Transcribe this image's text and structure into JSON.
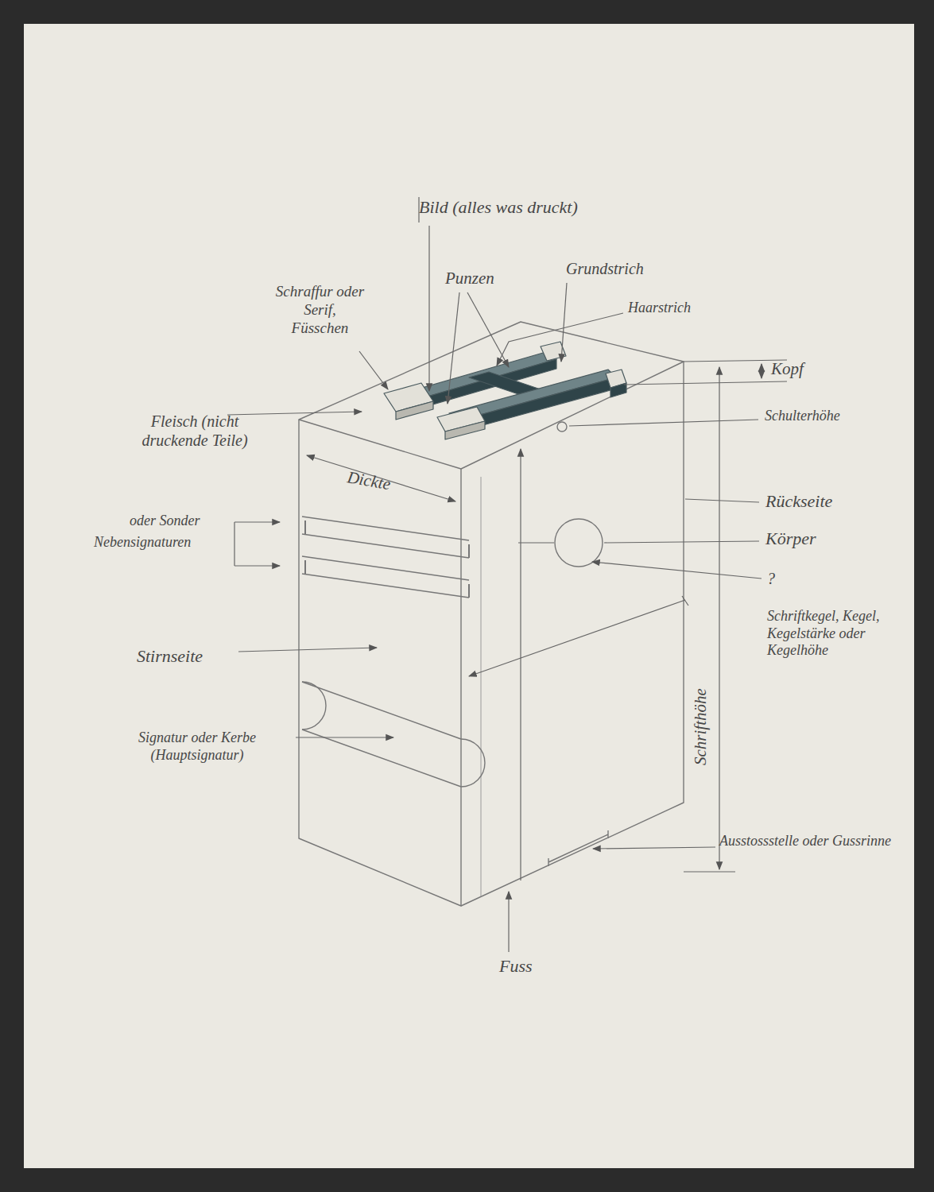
{
  "diagram": {
    "labels": [
      "Bild (alles was druckt)",
      "Schraffur oder Serif, Füsschen",
      "Punzen",
      "Grundstrich",
      "Haarstrich",
      "Kopf",
      "Fleisch (nicht druckende Teile)",
      "Schulterhöhe",
      "Dickte",
      "Rückseite",
      "Körper",
      "oder Sonder",
      "Nebensignaturen",
      "?",
      "Schriftkegel, Kegel, Kegelstärke oder Kegelhöhe",
      "Stirnseite",
      "Signatur oder Kerbe (Hauptsignatur)",
      "Schrifthöhe",
      "Ausstossstelle oder Gussrinne",
      "Fuss"
    ]
  }
}
